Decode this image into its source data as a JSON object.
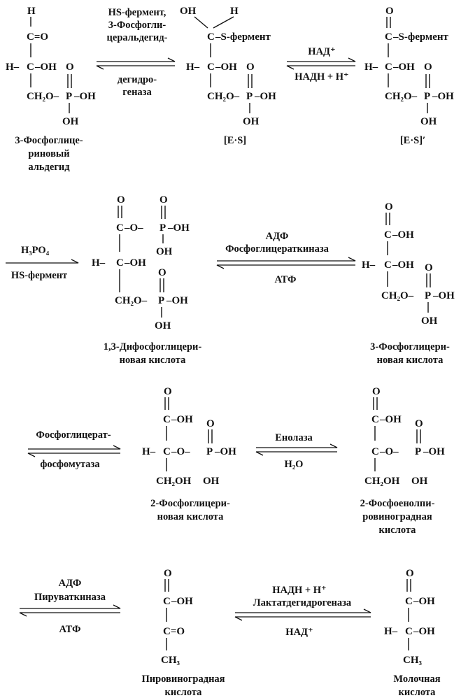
{
  "structures": {
    "gap": {
      "atoms": {
        "h_top": "H",
        "cho": "C=O",
        "h": "H–",
        "c": "C",
        "oh": "–OH",
        "ch2o": "CH₂O–",
        "p": "P",
        "o_p": "O",
        "oh_p": "–OH",
        "oh_pb": "OH"
      },
      "name": [
        "3-Фосфоглице-",
        "риновый",
        "альдегид"
      ]
    },
    "es": {
      "atoms": {
        "oh_top": "OH",
        "h_top": "H",
        "c1": "C",
        "sferm": "–S-фермент",
        "h": "H–",
        "c": "C",
        "oh": "–OH",
        "ch2o": "CH₂O–",
        "p": "P",
        "o_p": "O",
        "oh_p": "–OH",
        "oh_pb": "OH"
      },
      "name": [
        "[E·S]"
      ]
    },
    "es2": {
      "atoms": {
        "o_top": "O",
        "c1": "C",
        "sferm": "–S-фермент",
        "h": "H–",
        "c": "C",
        "oh": "–OH",
        "ch2o": "CH₂O–",
        "p": "P",
        "o_p": "O",
        "oh_p": "–OH",
        "oh_pb": "OH"
      },
      "name": [
        "[E·S]′"
      ]
    },
    "dpg": {
      "atoms": {
        "o_top": "O",
        "c1": "C",
        "o1": "–O–",
        "p1": "P",
        "o_p1": "O",
        "oh_p1": "–OH",
        "oh_p1b": "OH",
        "h": "H–",
        "c": "C",
        "oh": "–OH",
        "ch2o": "CH₂O–",
        "p": "P",
        "o_p": "O",
        "oh_p": "–OH",
        "oh_pb": "OH"
      },
      "name": [
        "1,3-Дифосфоглицери-",
        "новая кислота"
      ]
    },
    "pg3": {
      "atoms": {
        "o_top": "O",
        "c1": "C",
        "oh_c1": "–OH",
        "h": "H–",
        "c": "C",
        "oh": "–OH",
        "ch2o": "CH₂O–",
        "p": "P",
        "o_p": "O",
        "oh_p": "–OH",
        "oh_pb": "OH"
      },
      "name": [
        "3-Фосфоглицери-",
        "новая кислота"
      ]
    },
    "pg2": {
      "atoms": {
        "o_top": "O",
        "c1": "C",
        "oh_c1": "–OH",
        "h": "H–",
        "c": "C",
        "o": "–O–",
        "p": "P",
        "o_p": "O",
        "oh_p": "–OH",
        "oh_pb": "OH",
        "ch2oh": "CH₂OH"
      },
      "name": [
        "2-Фосфоглицери-",
        "новая кислота"
      ]
    },
    "pep": {
      "atoms": {
        "o_top": "O",
        "c1": "C",
        "oh_c1": "–OH",
        "c": "C",
        "o": "–O–",
        "p": "P",
        "o_p": "O",
        "oh_p": "–OH",
        "oh_pb": "OH",
        "ch2oh": "CH₂OH"
      },
      "name": [
        "2-Фосфоенолпи-",
        "ровиноградная",
        "кислота"
      ]
    },
    "pyr": {
      "atoms": {
        "o_top": "O",
        "c1": "C",
        "oh_c1": "–OH",
        "c": "C=O",
        "ch3": "CH₃"
      },
      "name": [
        "Пировиноградная",
        "кислота"
      ]
    },
    "lac": {
      "atoms": {
        "o_top": "O",
        "c1": "C",
        "oh_c1": "–OH",
        "h": "H–",
        "c": "C",
        "oh": "–OH",
        "ch3": "CH₃"
      },
      "name": [
        "Молочная",
        "кислота"
      ]
    }
  },
  "arrows": {
    "a1": {
      "above": [
        "HS-фермент,",
        "3-Фосфогли-",
        "церальдегид-"
      ],
      "below": [
        "дегидро-",
        "геназа"
      ]
    },
    "a2": {
      "above": [
        "НАД⁺"
      ],
      "below": [
        "НАДН + Н⁺"
      ]
    },
    "a3": {
      "above": [
        "H₃PO₄"
      ],
      "below": [
        "HS-фермент"
      ]
    },
    "a4": {
      "above": [
        "АДФ",
        "Фосфоглицераткиназа"
      ],
      "below": [
        "АТФ"
      ]
    },
    "a5": {
      "above": [
        "Фосфоглицерат-"
      ],
      "below": [
        "фосфомутаза"
      ]
    },
    "a6": {
      "above": [
        "Енолаза"
      ],
      "below": [
        "H₂O"
      ]
    },
    "a7": {
      "above": [
        "АДФ",
        "Пируваткиназа"
      ],
      "below": [
        "АТФ"
      ]
    },
    "a8": {
      "above": [
        "НАДН + Н⁺",
        "Лактатдегидрогеназа"
      ],
      "below": [
        "НАД⁺"
      ]
    }
  }
}
